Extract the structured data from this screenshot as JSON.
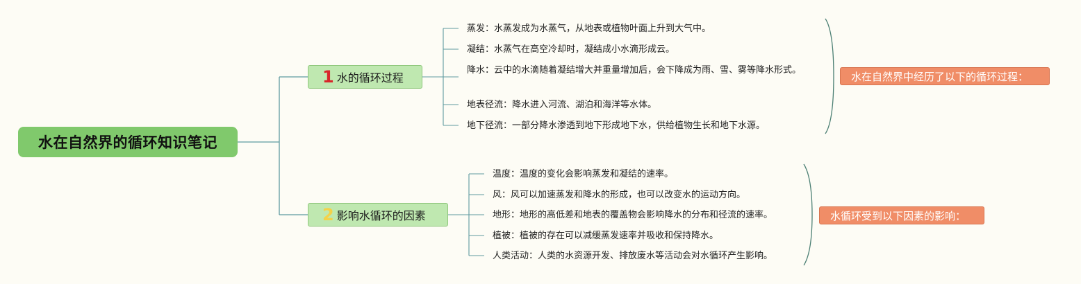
{
  "root": {
    "title": "水在自然界的循环知识笔记"
  },
  "branches": [
    {
      "number": "1",
      "label": "水的循环过程",
      "summary": "水在自然界中经历了以下的循环过程：",
      "items": [
        "蒸发：水蒸发成为水蒸气，从地表或植物叶面上升到大气中。",
        "凝结：水蒸气在高空冷却时，凝结成小水滴形成云。",
        "降水：云中的水滴随着凝结增大并重量增加后，会下降成为雨、雪、雾等降水形式。",
        "地表径流：降水进入河流、湖泊和海洋等水体。",
        "地下径流：一部分降水渗透到地下形成地下水，供给植物生长和地下水源。"
      ]
    },
    {
      "number": "2",
      "label": "影响水循环的因素",
      "summary": "水循环受到以下因素的影响：",
      "items": [
        "温度：温度的变化会影响蒸发和凝结的速率。",
        "风：风可以加速蒸发和降水的形成，也可以改变水的运动方向。",
        "地形：地形的高低差和地表的覆盖物会影响降水的分布和径流的速率。",
        "植被：植被的存在可以减缓蒸发速率并吸收和保持降水。",
        "人类活动：人类的水资源开发、排放废水等活动会对水循环产生影响。"
      ]
    }
  ],
  "colors": {
    "background": "#fdfcf5",
    "root": "#80c96c",
    "branch": "#bfe8b0",
    "summary": "#f08d67",
    "connector": "#5e9aa0",
    "bracket": "#4b7f73",
    "number1": "#d8262a",
    "number2": "#f3d24a"
  }
}
